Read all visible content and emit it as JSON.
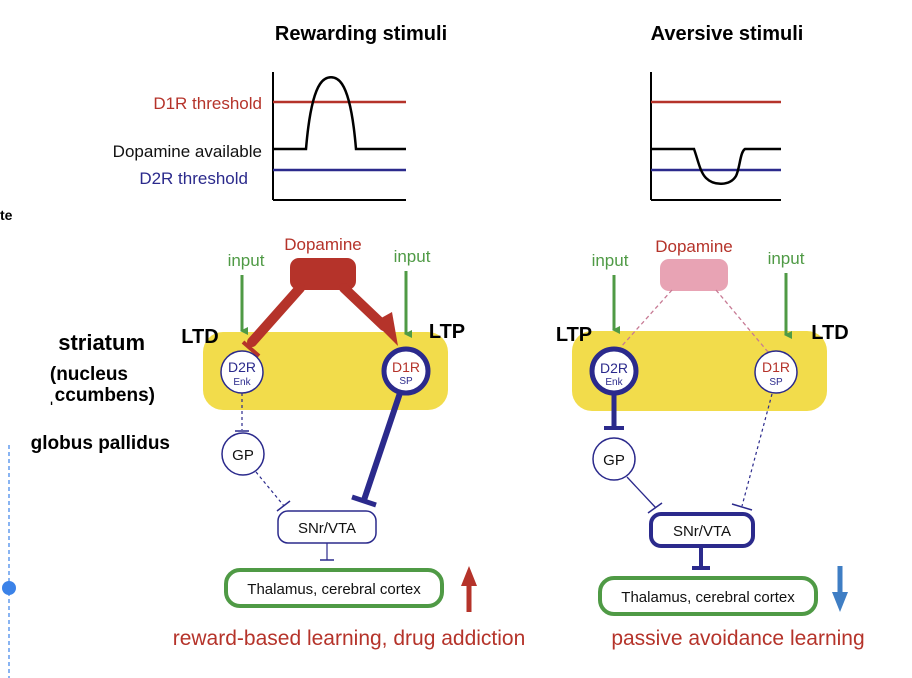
{
  "panels": {
    "rewarding_title": "Rewarding stimuli",
    "aversive_title": "Aversive stimuli"
  },
  "legend": {
    "d1r_threshold": "D1R threshold",
    "dopamine_available": "Dopamine available",
    "d2r_threshold": "D2R threshold"
  },
  "left_edge": {
    "clipped_top": "te",
    "striatum": "striatum",
    "nucleus_line1": "(nucleus",
    "nucleus_line2": "ˌccumbens)",
    "globus_pallidus": "globus pallidus"
  },
  "rewarding": {
    "dopamine_label": "Dopamine",
    "input_left": "input",
    "input_right": "input",
    "plasticity_left": "LTD",
    "plasticity_right": "LTP",
    "d2r_label": "D2R",
    "d2r_sub": "Enk",
    "d1r_label": "D1R",
    "d1r_sub": "SP",
    "gp_label": "GP",
    "snr_label": "SNr/VTA",
    "thalamus_label": "Thalamus, cerebral cortex",
    "caption": "reward-based learning, drug addiction"
  },
  "aversive": {
    "dopamine_label": "Dopamine",
    "input_left": "input",
    "input_right": "input",
    "plasticity_left": "LTP",
    "plasticity_right": "LTD",
    "d2r_label": "D2R",
    "d2r_sub": "Enk",
    "d1r_label": "D1R",
    "d1r_sub": "SP",
    "gp_label": "GP",
    "snr_label": "SNr/VTA",
    "thalamus_label": "Thalamus, cerebral cortex",
    "caption": "passive avoidance learning"
  },
  "colors": {
    "d1r_red": "#b5332a",
    "d2r_blue": "#2b2a8c",
    "input_green": "#4f9a45",
    "striatum_yellow": "#f2dc4b",
    "dopamine_pink": "#e8a3b4",
    "selection_blue": "#3b82e8"
  }
}
